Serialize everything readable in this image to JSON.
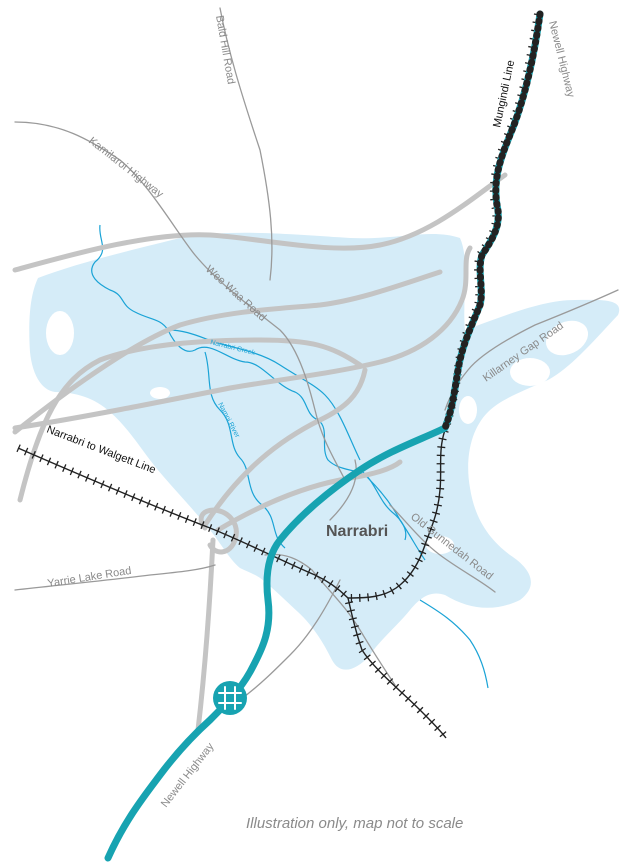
{
  "roads": {
    "bald_hill": "Bald Hill Road",
    "kamilaroi": "Kamilaroi Highway",
    "wee_waa": "Wee Waa Road",
    "newell_north": "Newell Highway",
    "newell_south": "Newell Highway",
    "killarney": "Killarney Gap Road",
    "old_gunnedah": "Old Gunnedah Road",
    "yarrie_lake": "Yarrie Lake Road"
  },
  "rail": {
    "mungindi": "Mungindi Line",
    "walgett": "Narrabri to Walgett Line"
  },
  "water": {
    "narrabri_creek": "Narrabri Creek",
    "namoi_river": "Namoi River"
  },
  "town": "Narrabri",
  "note": "Illustration only, map not to scale",
  "colors": {
    "floodplain": "#d5ecf8",
    "creek": "#1aa3d6",
    "road": "#c4c4c4",
    "minor_road": "#9a9a9a",
    "project_route": "#17a3b1",
    "rail": "#222222"
  },
  "icons": {
    "interchange": "rail-crossing-icon"
  }
}
